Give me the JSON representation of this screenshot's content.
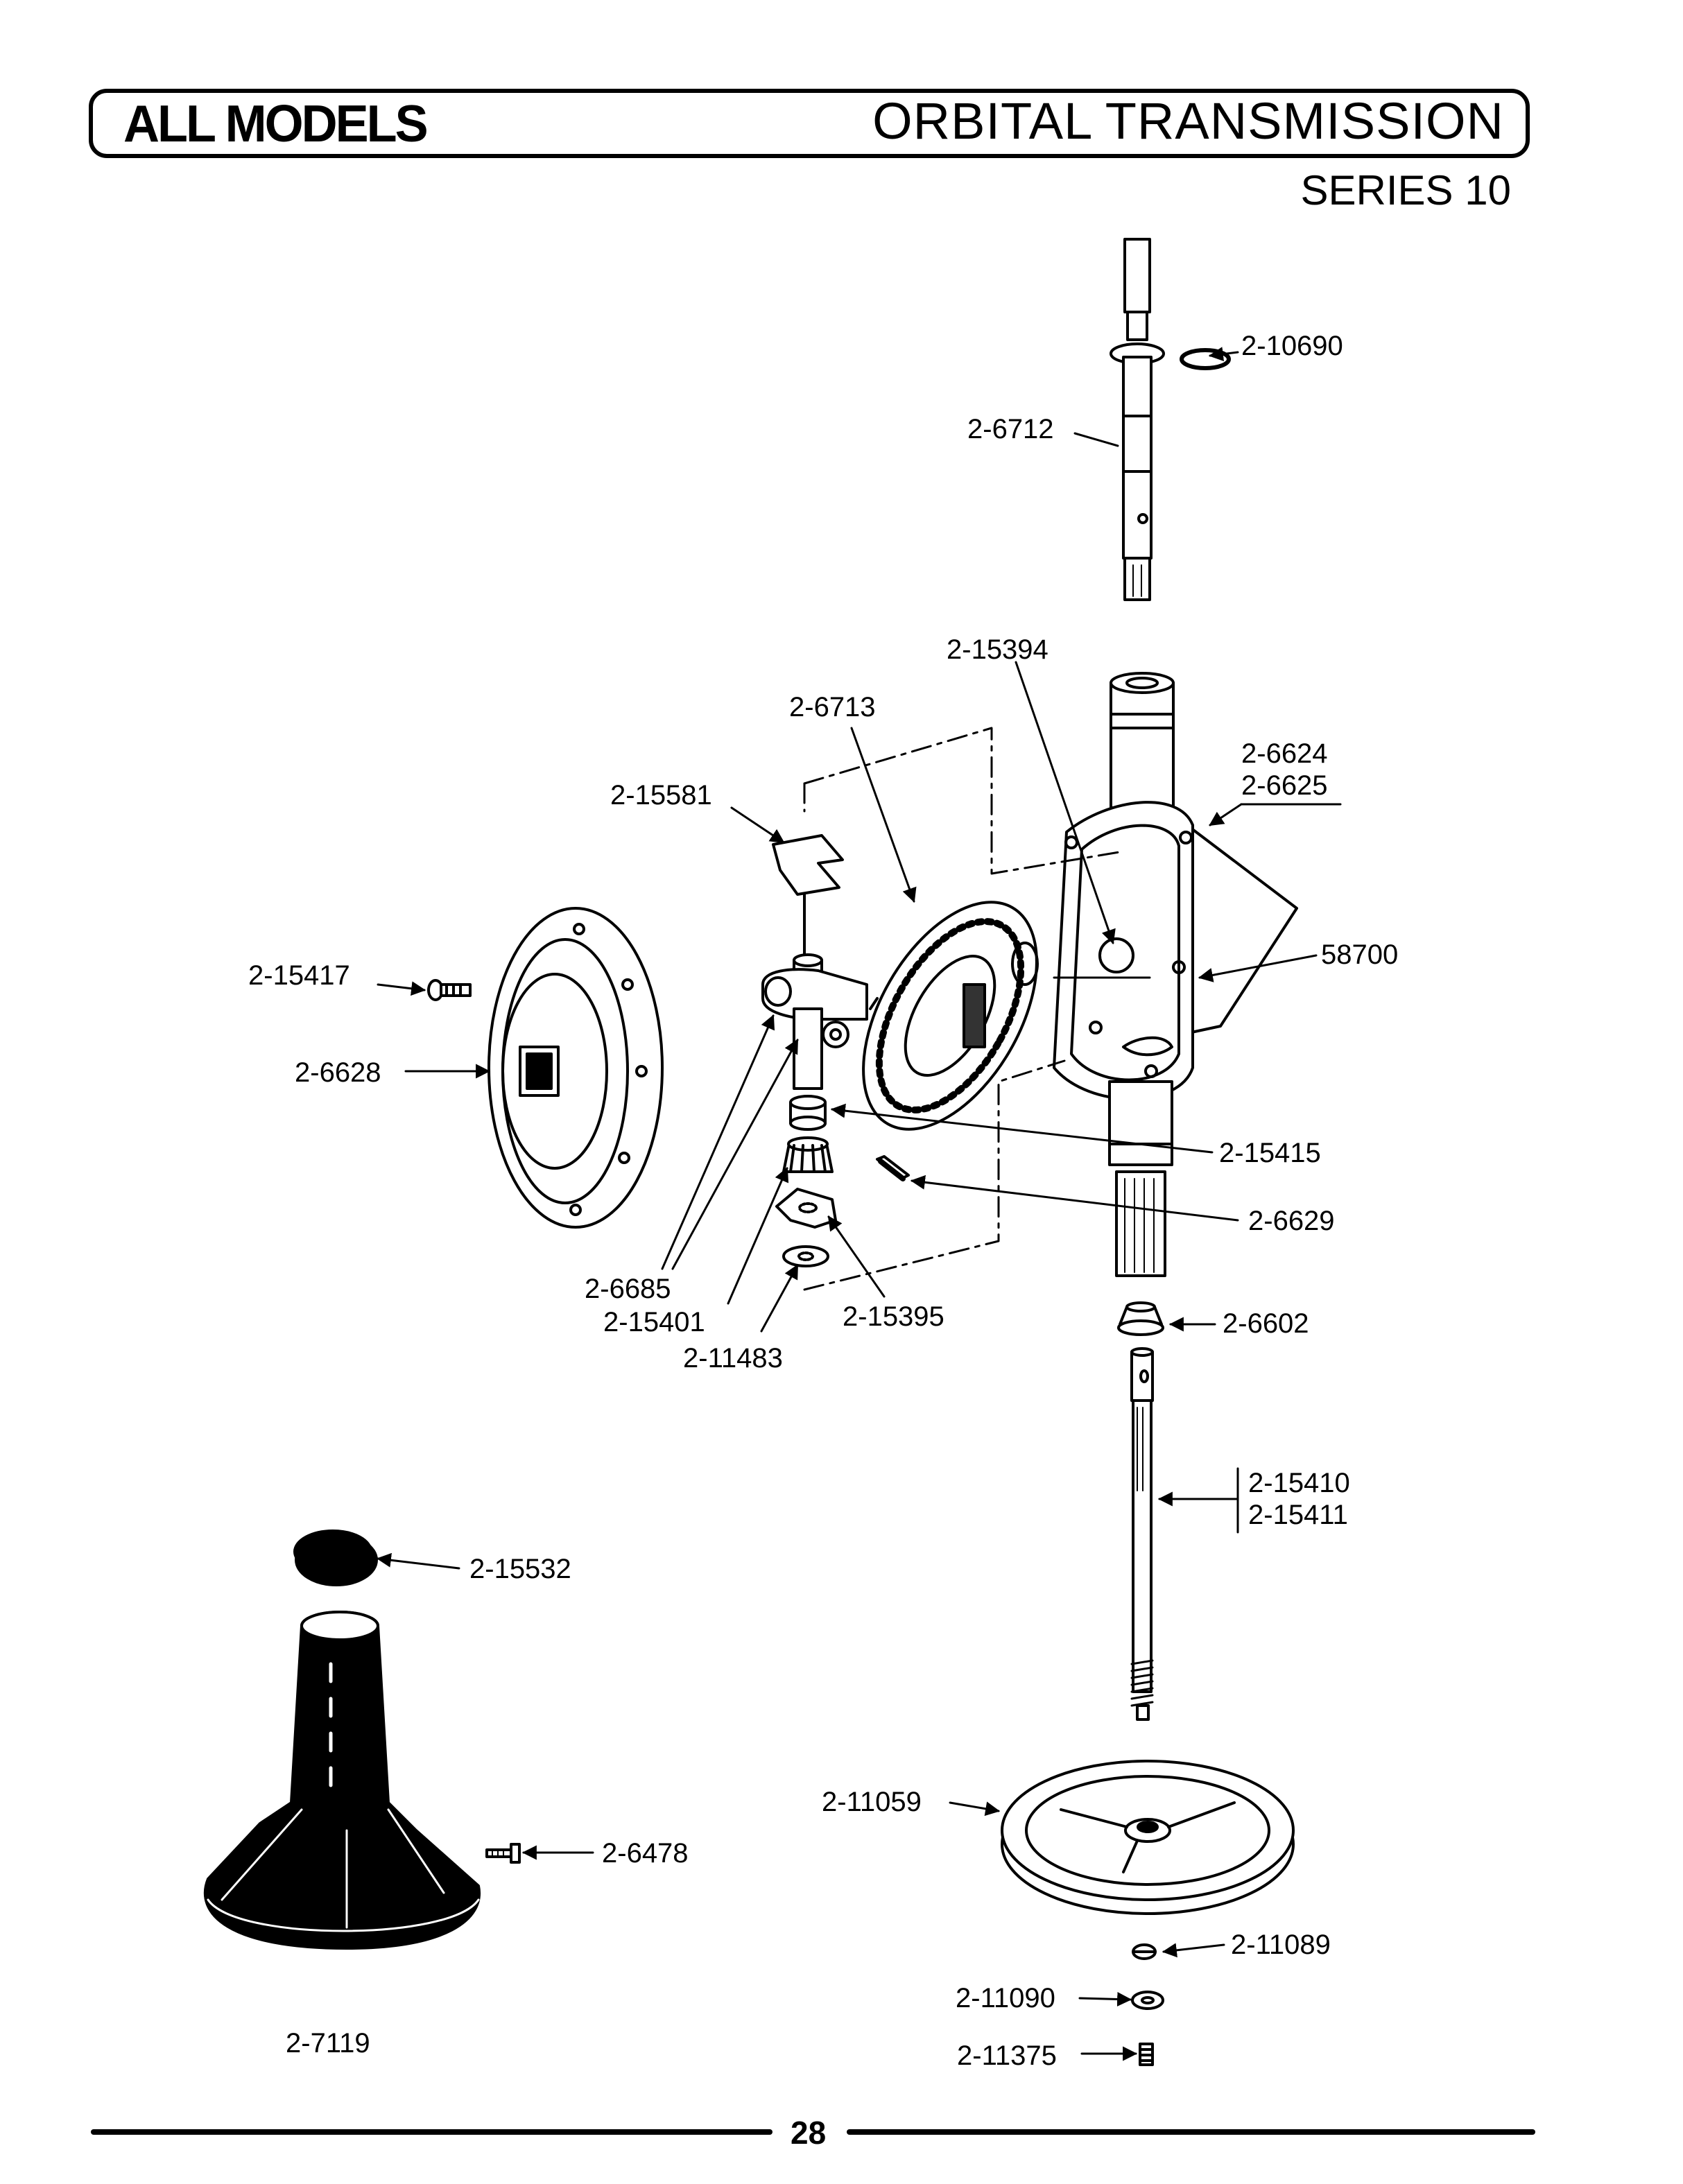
{
  "header": {
    "left_title": "ALL MODELS",
    "right_title": "ORBITAL TRANSMISSION",
    "subtitle": "SERIES 10"
  },
  "parts": {
    "p_2_10690": "2-10690",
    "p_2_6712": "2-6712",
    "p_2_15394": "2-15394",
    "p_2_6713": "2-6713",
    "p_2_6624": "2-6624",
    "p_2_6625": "2-6625",
    "p_2_15581": "2-15581",
    "p_58700": "58700",
    "p_2_15417": "2-15417",
    "p_2_6628": "2-6628",
    "p_2_15415": "2-15415",
    "p_2_6629": "2-6629",
    "p_2_6685": "2-6685",
    "p_2_15401": "2-15401",
    "p_2_15395": "2-15395",
    "p_2_11483": "2-11483",
    "p_2_6602": "2-6602",
    "p_2_15410": "2-15410",
    "p_2_15411": "2-15411",
    "p_2_15532": "2-15532",
    "p_2_11059": "2-11059",
    "p_2_6478": "2-6478",
    "p_2_11089": "2-11089",
    "p_2_11090": "2-11090",
    "p_2_7119": "2-7119",
    "p_2_11375": "2-11375"
  },
  "footer": {
    "page_number": "28"
  }
}
